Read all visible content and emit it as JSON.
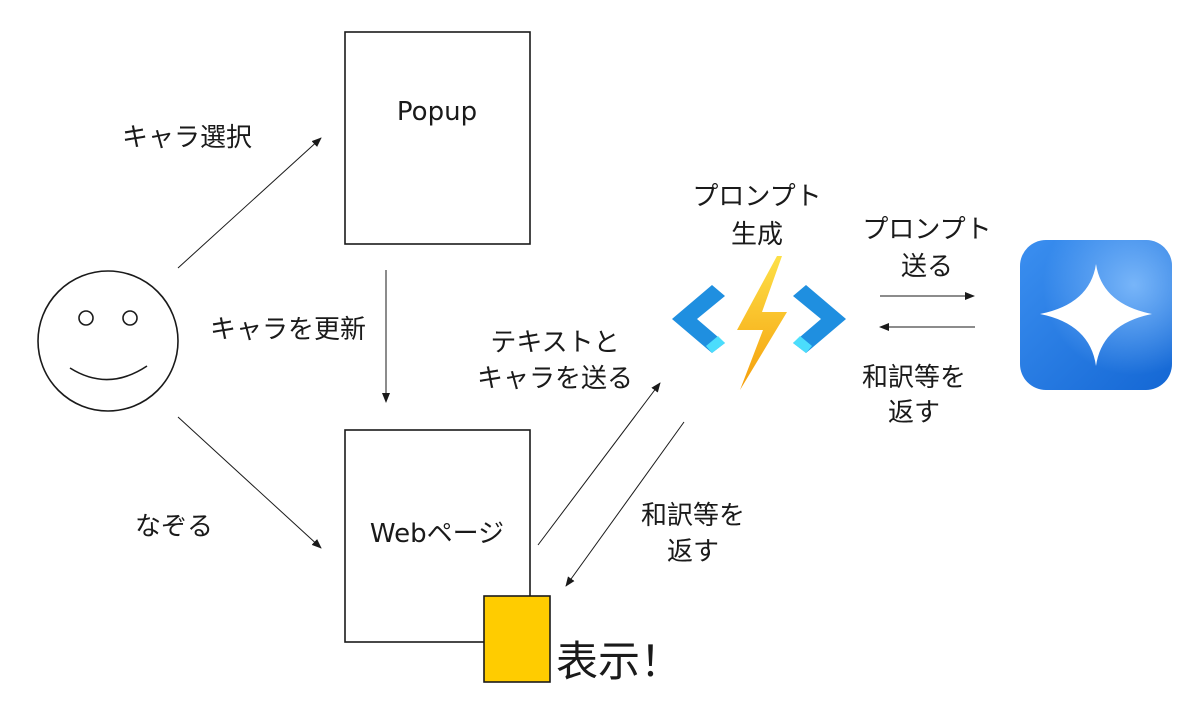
{
  "boxes": {
    "popup": "Popup",
    "webpage": "Webページ"
  },
  "labels": {
    "chara_select": "キャラ選択",
    "chara_update": "キャラを更新",
    "trace": "なぞる",
    "send_text": [
      "テキストと",
      "キャラを送る"
    ],
    "prompt_gen": [
      "プロンプト",
      "生成"
    ],
    "send_prompt": [
      "プロンプト",
      "送る"
    ],
    "return_trans_right": [
      "和訳等を",
      "返す"
    ],
    "return_trans_mid": [
      "和訳等を",
      "返す"
    ],
    "display": "表示！"
  },
  "icons": {
    "user": "smiley-face-icon",
    "function": "azure-functions-icon",
    "ai": "gemini-sparkle-icon"
  },
  "colors": {
    "display_box": "#ffcc00",
    "functions_bracket_dark": "#1f8fe0",
    "functions_bracket_light": "#50e6ff",
    "bolt_top": "#fdd835",
    "bolt_bottom": "#f5a400",
    "ai_bg_top": "#5aa9f0",
    "ai_bg_bottom": "#1a6fd6"
  }
}
